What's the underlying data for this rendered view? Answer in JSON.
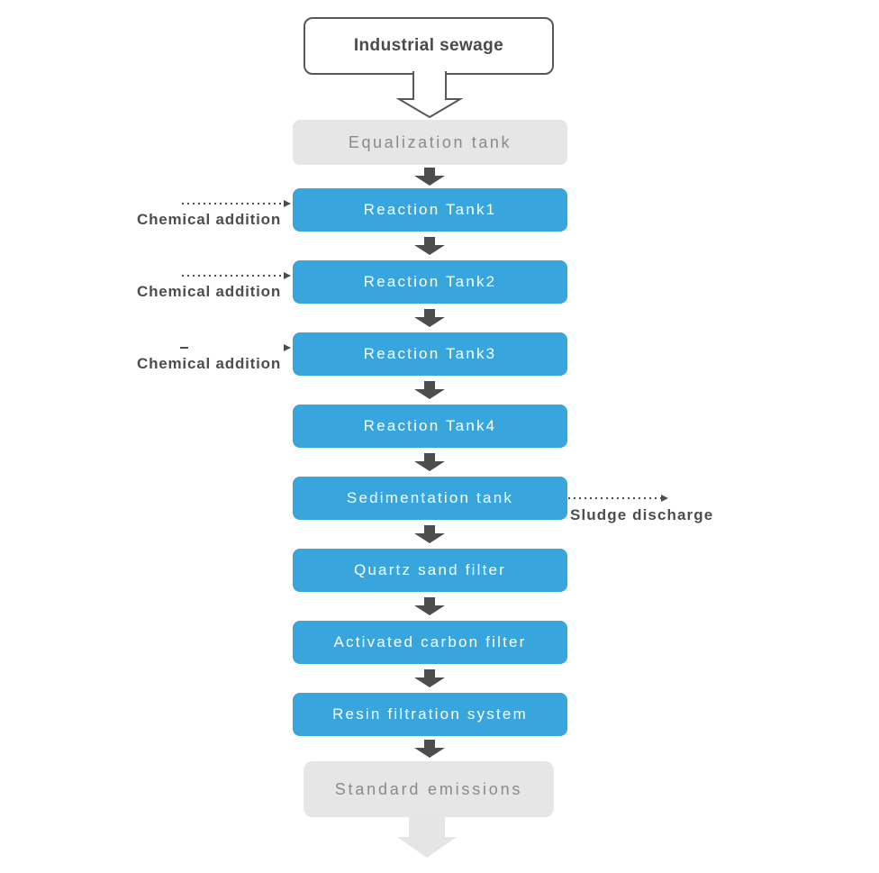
{
  "flow": {
    "nodes": [
      {
        "id": "industrial-sewage",
        "label": "Industrial sewage",
        "type": "terminal-start"
      },
      {
        "id": "equalization-tank",
        "label": "Equalization tank",
        "type": "stage"
      },
      {
        "id": "reaction-tank-1",
        "label": "Reaction Tank1",
        "type": "process"
      },
      {
        "id": "reaction-tank-2",
        "label": "Reaction Tank2",
        "type": "process"
      },
      {
        "id": "reaction-tank-3",
        "label": "Reaction Tank3",
        "type": "process"
      },
      {
        "id": "reaction-tank-4",
        "label": "Reaction Tank4",
        "type": "process"
      },
      {
        "id": "sedimentation-tank",
        "label": "Sedimentation tank",
        "type": "process"
      },
      {
        "id": "quartz-sand-filter",
        "label": "Quartz sand filter",
        "type": "process"
      },
      {
        "id": "activated-carbon-filter",
        "label": "Activated carbon filter",
        "type": "process"
      },
      {
        "id": "resin-filtration-system",
        "label": "Resin filtration system",
        "type": "process"
      },
      {
        "id": "standard-emissions",
        "label": "Standard emissions",
        "type": "terminal-end"
      }
    ],
    "side_labels": [
      {
        "label": "Chemical addition",
        "attached_to": "reaction-tank-1",
        "side": "left",
        "connector": "dotted-arrow"
      },
      {
        "label": "Chemical addition",
        "attached_to": "reaction-tank-2",
        "side": "left",
        "connector": "dotted-arrow"
      },
      {
        "label": "Chemical addition",
        "attached_to": "reaction-tank-3",
        "side": "left",
        "connector": "dotted-arrow"
      },
      {
        "label": "Sludge discharge",
        "attached_to": "sedimentation-tank",
        "side": "right",
        "connector": "dotted-arrow"
      }
    ],
    "connectors": {
      "start_arrow": "hollow-block-down-arrow",
      "step_arrow": "solid-dark-block-down-arrow",
      "end_arrow": "solid-light-block-down-arrow"
    }
  },
  "colors": {
    "process_fill": "#38a6dc",
    "process_text": "#ffffff",
    "stage_fill": "#e6e6e6",
    "stage_text": "#8a8a8a",
    "terminal_border": "#575757",
    "terminal_text": "#4a4a4a",
    "step_arrow": "#4d4d4d",
    "end_arrow": "#e5e5e5",
    "annotation_text": "#4d4d4d"
  }
}
